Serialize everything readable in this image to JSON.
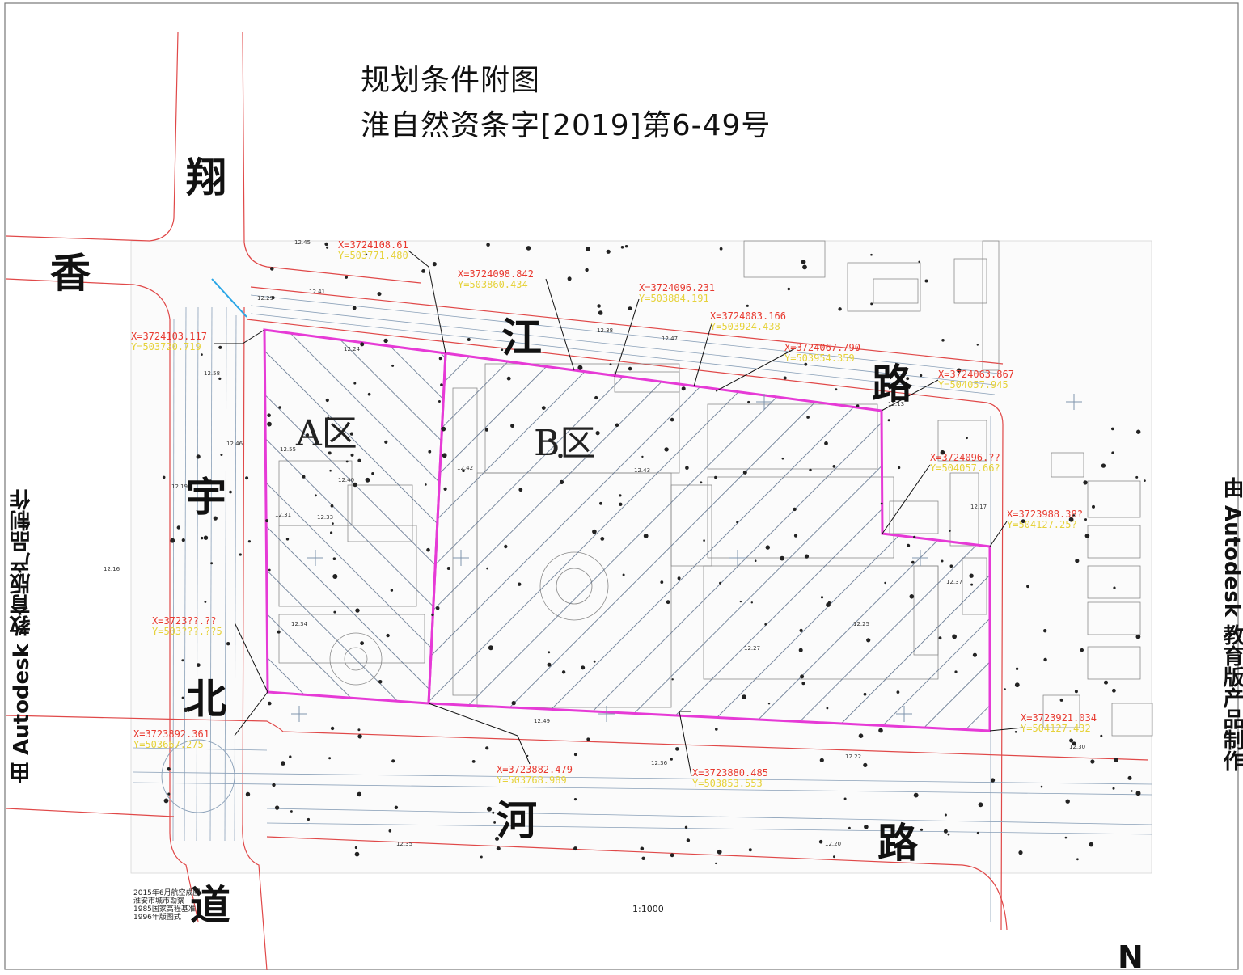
{
  "title": {
    "line1": "规划条件附图",
    "line2": "淮自然资条字[2019]第6-49号"
  },
  "roads": {
    "xiangyu": [
      "翔",
      "宇",
      "北",
      "道"
    ],
    "xiang": "香",
    "jiangroad": [
      "江",
      "路"
    ],
    "hehe": [
      "河",
      "路"
    ]
  },
  "zones": {
    "a": "A区",
    "b": "B区"
  },
  "watermark": {
    "left": "由 Autodesk 教育版产品制作",
    "right": "由 Autodesk 教育版产品制作"
  },
  "north": "N",
  "scale": "1:1000",
  "note": "2015年6月航空成图\n淮安市城市勘察\n1985国家高程基准\n1996年版图式",
  "colors": {
    "boundary": "#e63ad6",
    "hatch": "#5b6f8a",
    "redline": "#e04848",
    "coord_x": "#e8392f",
    "coord_y": "#e6d23a",
    "road_line": "#8aa0b8",
    "blue_line": "#2aa6e6"
  },
  "coordinates": [
    {
      "x": "X=3724108.61",
      "y": "Y=503771.480"
    },
    {
      "x": "X=3724098.842",
      "y": "Y=503860.434"
    },
    {
      "x": "X=3724096.231",
      "y": "Y=503884.191"
    },
    {
      "x": "X=3724083.166",
      "y": "Y=503924.438"
    },
    {
      "x": "X=3724067.790",
      "y": "Y=503954.359"
    },
    {
      "x": "X=3724103.117",
      "y": "Y=503720.719"
    },
    {
      "x": "X=3724063.867",
      "y": "Y=504057.945"
    },
    {
      "x": "X=3724096.??",
      "y": "Y=504057.66?"
    },
    {
      "x": "X=3723988.38?",
      "y": "Y=504127.25?"
    },
    {
      "x": "X=3723??.??",
      "y": "Y=503???.??5"
    },
    {
      "x": "X=3723892.361",
      "y": "Y=503667.275"
    },
    {
      "x": "X=3723882.479",
      "y": "Y=503768.989"
    },
    {
      "x": "X=3723880.485",
      "y": "Y=503853.553"
    },
    {
      "x": "X=3723921.034",
      "y": "Y=504127.432"
    }
  ],
  "elevations": [
    "12.45",
    "12.41",
    "12.38",
    "12.29",
    "12.24",
    "12.31",
    "12.40",
    "12.43",
    "12.27",
    "12.36",
    "12.33",
    "12.13",
    "12.17",
    "12.55",
    "12.58",
    "12.46",
    "12.19",
    "12.16",
    "12.34",
    "12.42",
    "12.25",
    "12.37",
    "12.49",
    "12.22",
    "12.30",
    "12.47",
    "12.20",
    "12.35"
  ]
}
